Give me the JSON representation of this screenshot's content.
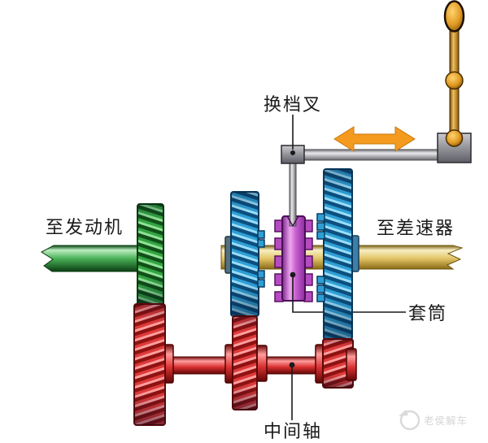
{
  "labels": {
    "to_engine": "至发动机",
    "to_differential": "至差速器",
    "shift_fork": "换档叉",
    "sleeve": "套筒",
    "counter_shaft": "中间轴"
  },
  "watermark": {
    "text": "老侯解车"
  },
  "colors": {
    "gear_green": "#33A342",
    "gear_blue": "#2E9FD6",
    "gear_red": "#DE3A3A",
    "sleeve_purple": "#C85FD0",
    "main_shaft_gold": "#E3C568",
    "input_shaft_green": "#49B258",
    "counter_shaft_red": "#D93030",
    "arrow_orange": "#F49A1E",
    "lever_gold": "#E09A22",
    "metal_gray": "#BFBFC4",
    "label_text": "#1A1A1A",
    "watermark_gray": "#D6D6D6"
  }
}
